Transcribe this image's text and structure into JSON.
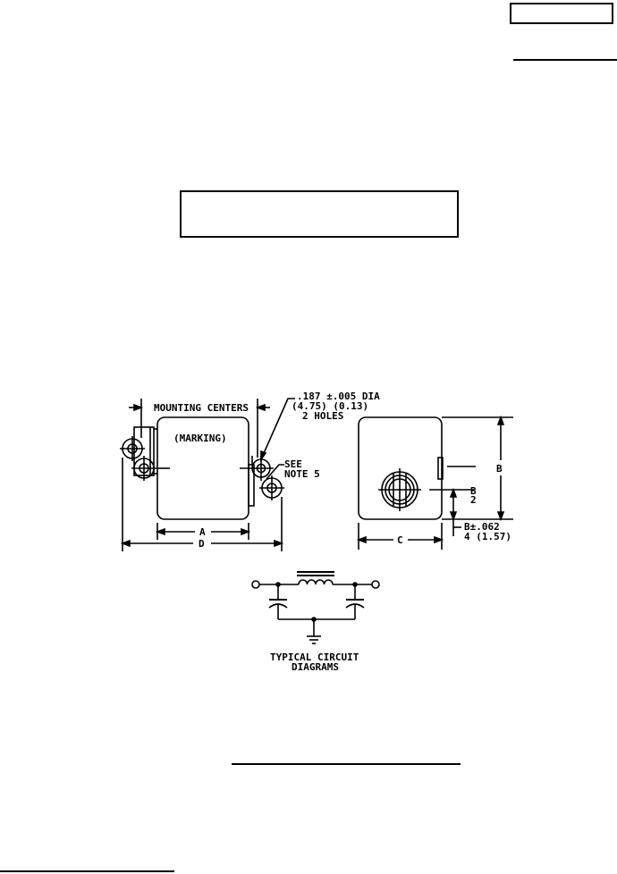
{
  "drawing": {
    "labels": {
      "mounting_centers": "MOUNTING CENTERS",
      "hole_dia": ".187 ±.005 DIA",
      "hole_dia_metric": "(4.75)  (0.13)",
      "hole_count": "2 HOLES",
      "marking": "(MARKING)",
      "see": "SEE",
      "note": "NOTE 5",
      "dim_a": "A",
      "dim_d": "D",
      "dim_b": "B",
      "dim_b_half_num": "B",
      "dim_b_half_den": "2",
      "dim_c": "C",
      "tol_b": "B±.062",
      "tol_b_metric": "4 (1.57)"
    },
    "circuit": {
      "caption_line1": "TYPICAL CIRCUIT",
      "caption_line2": "DIAGRAMS"
    }
  }
}
